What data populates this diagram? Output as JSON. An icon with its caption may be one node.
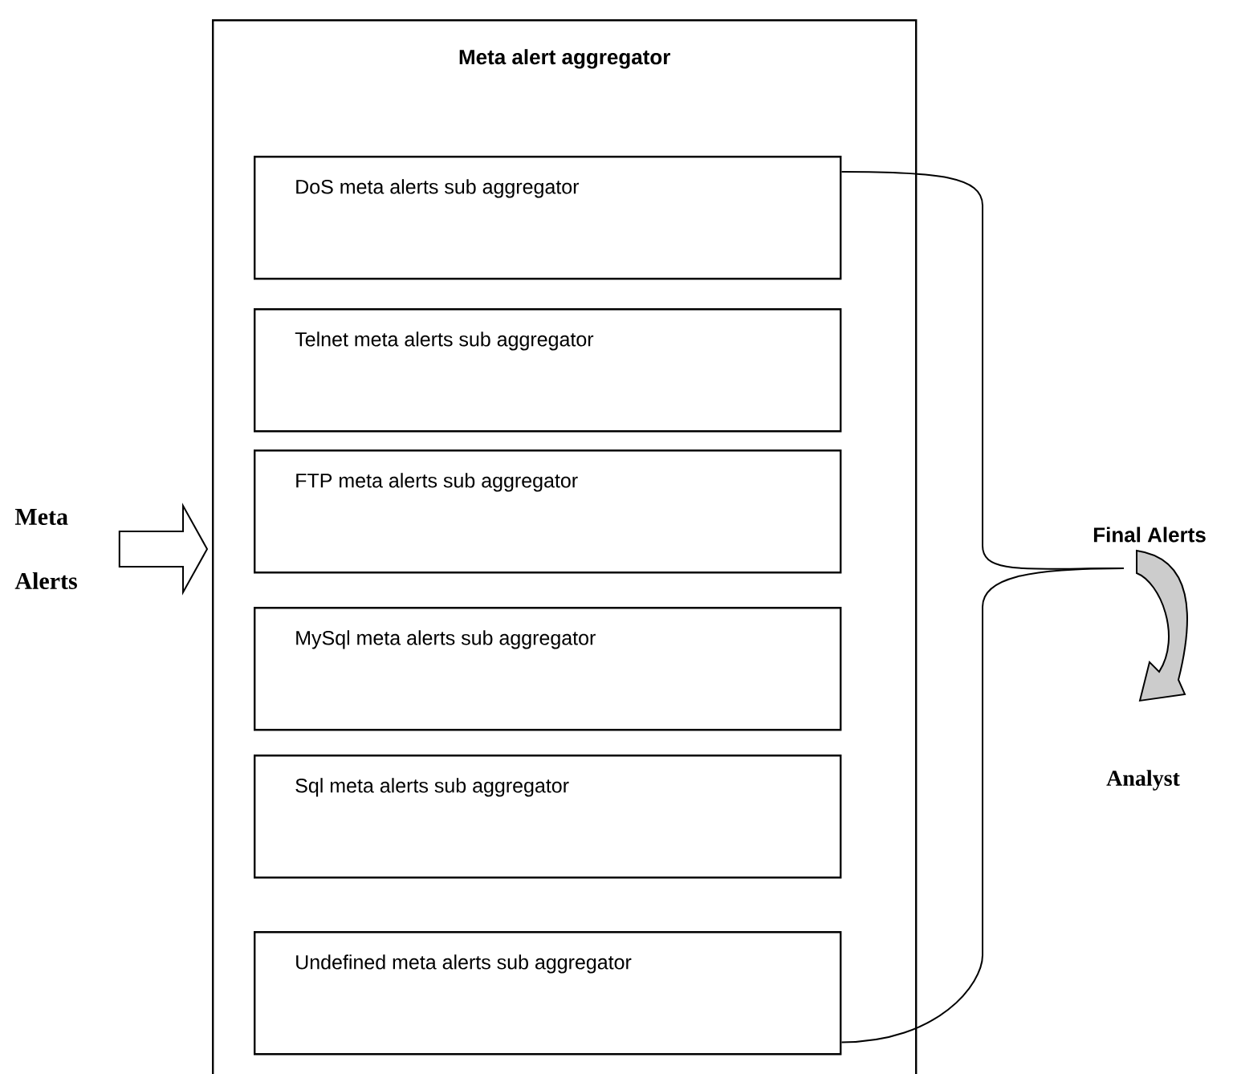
{
  "diagram": {
    "nodes": [
      {
        "text": [
          "Meta alert aggregator"
        ]
      },
      {
        "text": [
          "DoS meta alerts sub aggregator"
        ],
        "in": 0
      },
      {
        "text": [
          "Telnet meta alerts sub aggregator"
        ],
        "in": 0
      },
      {
        "text": [
          "FTP meta alerts sub aggregator"
        ],
        "in": 0
      },
      {
        "text": [
          "MySql meta alerts sub aggregator"
        ],
        "in": 0
      },
      {
        "text": [
          "Sql meta alerts sub aggregator"
        ],
        "in": 0
      },
      {
        "text": [
          "Undefined meta alerts sub aggregator"
        ],
        "in": 0
      },
      {
        "text": [
          "Meta Alerts"
        ]
      },
      {
        "text": [
          "Final Alerts"
        ]
      },
      {
        "text": [
          "Analyst"
        ]
      }
    ],
    "edges": [
      {
        "from": 7,
        "to": 0,
        "arrow": "to"
      },
      {
        "from": 1,
        "to": 8,
        "arrow": "none"
      },
      {
        "from": 6,
        "to": 8,
        "arrow": "none"
      },
      {
        "from": 8,
        "to": 9,
        "arrow": "to"
      }
    ]
  }
}
